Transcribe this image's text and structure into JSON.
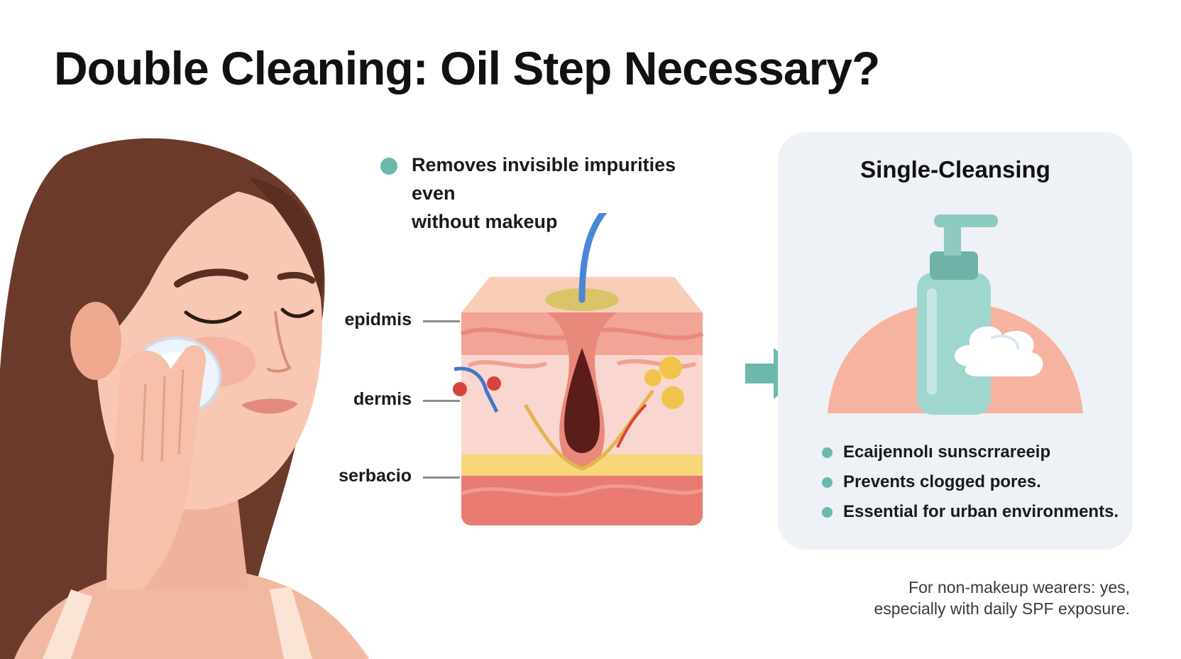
{
  "title": "Double Cleaning: Oil Step Necessary?",
  "callout": {
    "line1": "Removes invisible impurities even",
    "line2": "without makeup"
  },
  "skin_diagram": {
    "labels": [
      "epidmis",
      "dermis",
      "serbacio"
    ]
  },
  "panel": {
    "title": "Single-Cleansing",
    "bullets": [
      "Ecaijennolı sunscrrareeip",
      "Prevents clogged pores.",
      "Essential for urban environments."
    ]
  },
  "footnote": {
    "line1": "For non-makeup wearers: yes,",
    "line2": "especially with daily SPF exposure."
  },
  "colors": {
    "accent_teal": "#6cb8ae",
    "skin": "#f6c5b0",
    "hair": "#6b3a2a",
    "panel_bg": "#eef1f6"
  }
}
